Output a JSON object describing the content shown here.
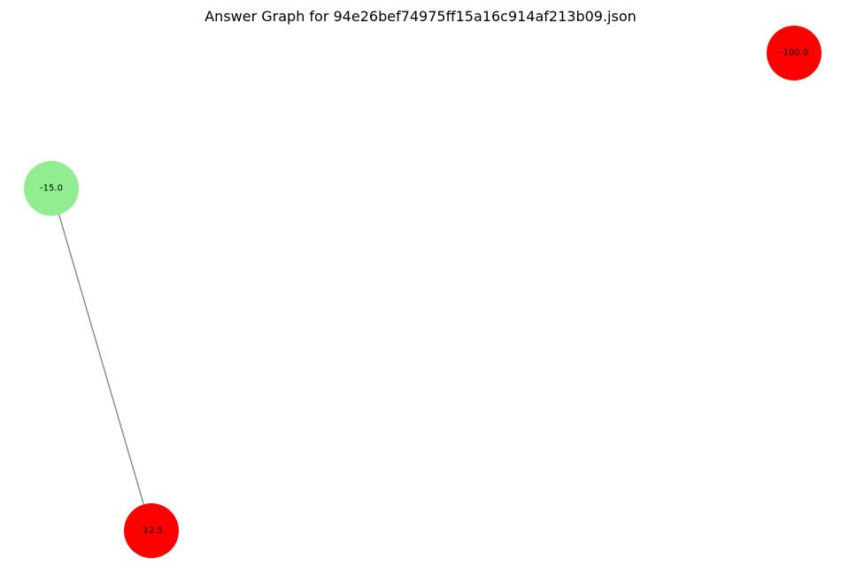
{
  "title": "Answer Graph for 94e26bef74975ff15a16c914af213b09.json",
  "colors": {
    "background": "#ffffff",
    "edge": "#808080",
    "node_red": "#ff0000",
    "node_green": "#90ee90"
  },
  "graph": {
    "nodes": [
      {
        "id": "n1",
        "label": "-100.0",
        "color": "#ff0000"
      },
      {
        "id": "n2",
        "label": "-15.0",
        "color": "#90ee90"
      },
      {
        "id": "n3",
        "label": "-12.5",
        "color": "#ff0000"
      }
    ],
    "edges": [
      {
        "source": "n2",
        "target": "n3"
      }
    ]
  }
}
